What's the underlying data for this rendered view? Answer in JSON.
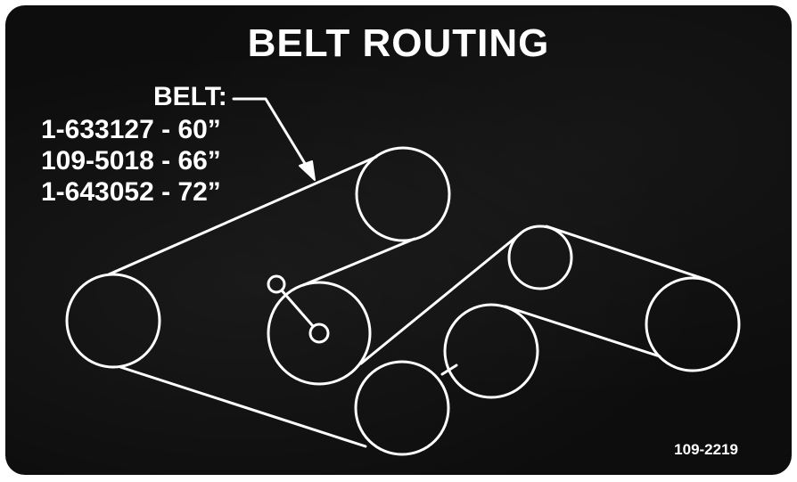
{
  "title": "BELT ROUTING",
  "belt_label": "BELT:",
  "belts": [
    "1-633127 - 60”",
    "109-5018 - 66”",
    "1-643052 - 72”"
  ],
  "part_number": "109-2219",
  "colors": {
    "background": "#0d0d0d",
    "line": "#ffffff"
  }
}
